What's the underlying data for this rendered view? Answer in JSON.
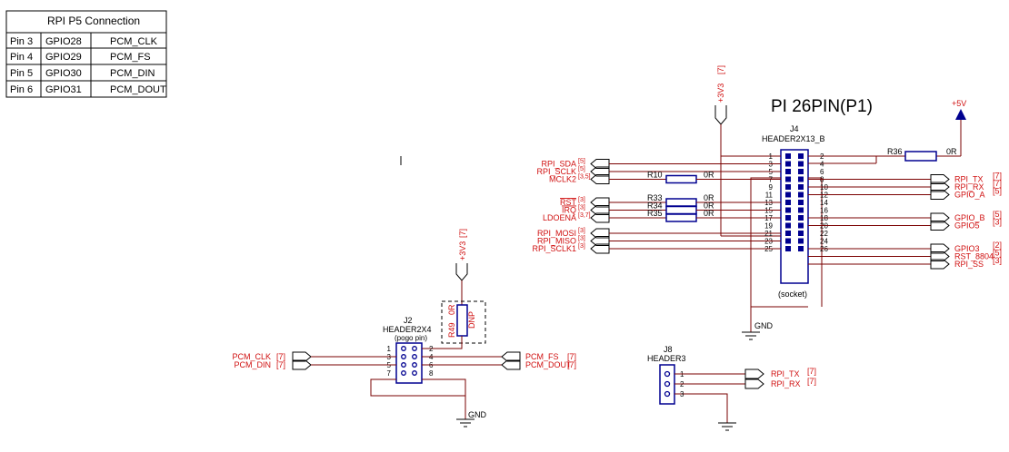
{
  "p5_table": {
    "title": "RPI  P5  Connection",
    "rows": [
      {
        "pin": "Pin 3",
        "gpio": "GPIO28",
        "signal": "PCM_CLK"
      },
      {
        "pin": "Pin 4",
        "gpio": "GPIO29",
        "signal": "PCM_FS"
      },
      {
        "pin": "Pin 5",
        "gpio": "GPIO30",
        "signal": "PCM_DIN"
      },
      {
        "pin": "Pin 6",
        "gpio": "GPIO31",
        "signal": "PCM_DOUT"
      }
    ]
  },
  "j4": {
    "title": "PI 26PIN(P1)",
    "ref": "J4",
    "part": "HEADER2X13_B",
    "note": "(socket)",
    "pins_left": [
      "1",
      "3",
      "5",
      "7",
      "9",
      "11",
      "13",
      "15",
      "17",
      "19",
      "21",
      "23",
      "25"
    ],
    "pins_right": [
      "2",
      "4",
      "6",
      "8",
      "10",
      "12",
      "14",
      "16",
      "18",
      "20",
      "22",
      "24",
      "26"
    ],
    "left_nets": [
      {
        "name": "RPI_SDA",
        "ref": "[5]"
      },
      {
        "name": "RPI_SCLK",
        "ref": "[5]"
      },
      {
        "name": "MCLK2",
        "ref": "[3,5]"
      },
      {
        "name": "RST",
        "ref": "[3]"
      },
      {
        "name": "IRQ",
        "ref": "[3]"
      },
      {
        "name": "LDOENA",
        "ref": "[3,7]"
      },
      {
        "name": "RPI_MOSI",
        "ref": "[3]"
      },
      {
        "name": "RPI_MISO",
        "ref": "[3]"
      },
      {
        "name": "RPI_SCLK1",
        "ref": "[3]"
      }
    ],
    "right_nets": [
      {
        "name": "RPI_TX",
        "ref": "[7]"
      },
      {
        "name": "RPI_RX",
        "ref": "[7]"
      },
      {
        "name": "GPIO_A",
        "ref": "[5]"
      },
      {
        "name": "GPIO_B",
        "ref": "[5]"
      },
      {
        "name": "GPIO5",
        "ref": "[3]"
      },
      {
        "name": "GPIO3",
        "ref": "[2]"
      },
      {
        "name": "RST_8804",
        "ref": "[5]"
      },
      {
        "name": "RPI_SS",
        "ref": "[3]"
      }
    ],
    "resistors": [
      {
        "ref": "R10",
        "value": "0R"
      },
      {
        "ref": "R33",
        "value": "0R"
      },
      {
        "ref": "R34",
        "value": "0R"
      },
      {
        "ref": "R35",
        "value": "0R"
      },
      {
        "ref": "R36",
        "value": "0R"
      }
    ],
    "power_3v3": "+3V3",
    "power_3v3_ref": "[7]",
    "power_5v": "+5V",
    "gnd": "GND"
  },
  "j2": {
    "ref": "J2",
    "part": "HEADER2X4",
    "note": "(pogo pin)",
    "pins_left": [
      "1",
      "3",
      "5",
      "7"
    ],
    "pins_right": [
      "2",
      "4",
      "6",
      "8"
    ],
    "left_nets": [
      {
        "name": "PCM_CLK",
        "ref": "[7]"
      },
      {
        "name": "PCM_DIN",
        "ref": "[7]"
      }
    ],
    "right_nets": [
      {
        "name": "PCM_FS",
        "ref": "[7]"
      },
      {
        "name": "PCM_DOUT",
        "ref": "[7]"
      }
    ],
    "power": "+3V3",
    "power_ref": "[7]",
    "resistor": {
      "ref": "R49",
      "value": "0R",
      "note": "DNP"
    },
    "gnd": "GND"
  },
  "j8": {
    "ref": "J8",
    "part": "HEADER3",
    "pins": [
      "1",
      "2",
      "3"
    ],
    "nets": [
      {
        "name": "RPI_TX",
        "ref": "[7]"
      },
      {
        "name": "RPI_RX",
        "ref": "[7]"
      }
    ]
  },
  "colors": {
    "wire": "#7a0000",
    "net_label": "#d01010",
    "component": "#000090",
    "text": "#000000"
  }
}
